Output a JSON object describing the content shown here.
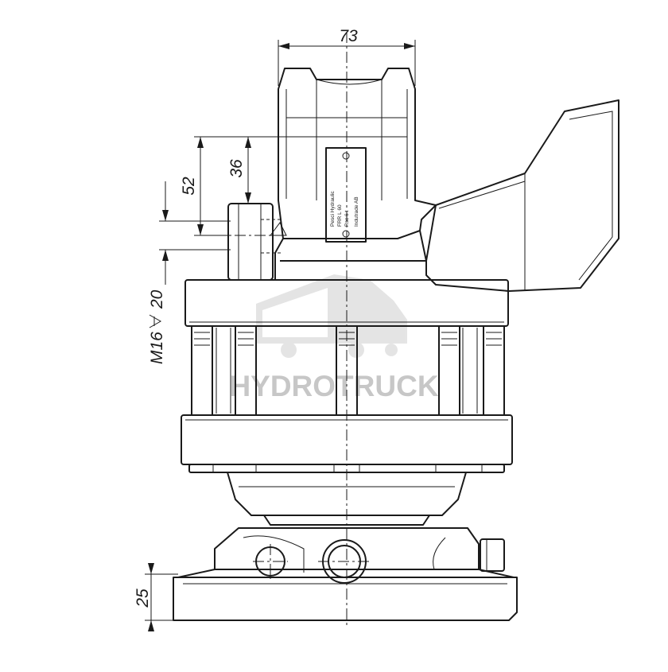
{
  "dimensions": {
    "width_top": "73",
    "height_a": "52",
    "height_b": "36",
    "thread": "M16",
    "thread_depth": "20",
    "base_height": "25"
  },
  "watermark": {
    "text": "HYDROTRUCK",
    "color": "#9a9a9a",
    "opacity": 0.45
  },
  "nameplate": {
    "lines": [
      "Pesci Hydraulic",
      "FRR L 60",
      "Rsc 6 t",
      "",
      "Indutrade AB"
    ]
  },
  "colors": {
    "line": "#1a1a1a",
    "background": "#ffffff"
  }
}
